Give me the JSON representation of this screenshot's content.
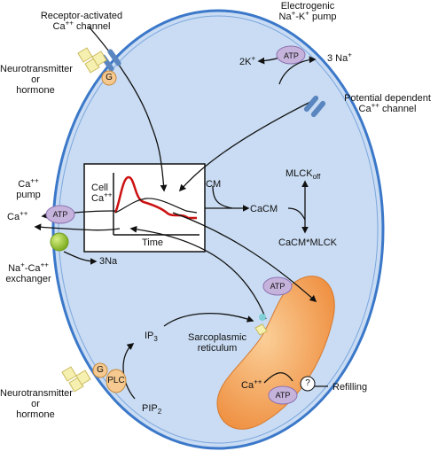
{
  "colors": {
    "cell_fill": "#c9dcf3",
    "cell_stroke": "#3b78c9",
    "atp_fill": "#c6b3dc",
    "sr_fill": "#f4a45a",
    "red_trace": "#cc1111",
    "receptor_fill": "#f6f0b0",
    "g_fill": "#f5c98f",
    "exchanger_fill": "#a9cf3f",
    "channel_fill": "#5a86c0"
  },
  "labels": {
    "receptor_channel_line1": "Receptor-activated",
    "receptor_channel_line2": "Ca",
    "receptor_channel_line2_sup": "++",
    "receptor_channel_line2_tail": " channel",
    "electrogenic_line1": "Electrogenic",
    "electrogenic_line2_a": "Na",
    "electrogenic_line2_b": "+",
    "electrogenic_line2_c": "-K",
    "electrogenic_line2_d": "+",
    "electrogenic_line2_e": " pump",
    "k_in": "2K",
    "k_in_sup": "+",
    "na_out": "3 Na",
    "na_out_sup": "+",
    "neuro_top_1": "Neurotransmitter",
    "neuro_top_2": "or",
    "neuro_top_3": "hormone",
    "potential_line1": "Potential dependent",
    "potential_line2": "Ca",
    "potential_line2_sup": "++",
    "potential_line2_tail": " channel",
    "ca_pump_1": "Ca",
    "ca_pump_1_sup": "++",
    "ca_pump_2": "pump",
    "ca_out": "Ca",
    "ca_out_sup": "++",
    "cell_ca_1": "Cell",
    "cell_ca_2": "Ca",
    "cell_ca_2_sup": "++",
    "time": "Time",
    "cm": "CM",
    "cacm": "CaCM",
    "mlck_off": "MLCK",
    "mlck_off_sub": "off",
    "cacm_mlck": "CaCM*MLCK",
    "na_ca_1": "Na",
    "na_ca_1_sup": "+",
    "na_ca_1_tail": "-Ca",
    "na_ca_1_sup2": "++",
    "na_ca_2": "exchanger",
    "three_na": "3Na",
    "ip3": "IP",
    "ip3_sub": "3",
    "pip2": "PIP",
    "pip2_sub": "2",
    "sarco_1": "Sarcoplasmic",
    "sarco_2": "reticulum",
    "ca_sr": "Ca",
    "ca_sr_sup": "++",
    "refilling": "Refilling",
    "neuro_bot_1": "Neurotransmitter",
    "neuro_bot_2": "or",
    "neuro_bot_3": "hormone",
    "atp": "ATP",
    "g": "G",
    "plc": "PLC",
    "question": "?"
  }
}
